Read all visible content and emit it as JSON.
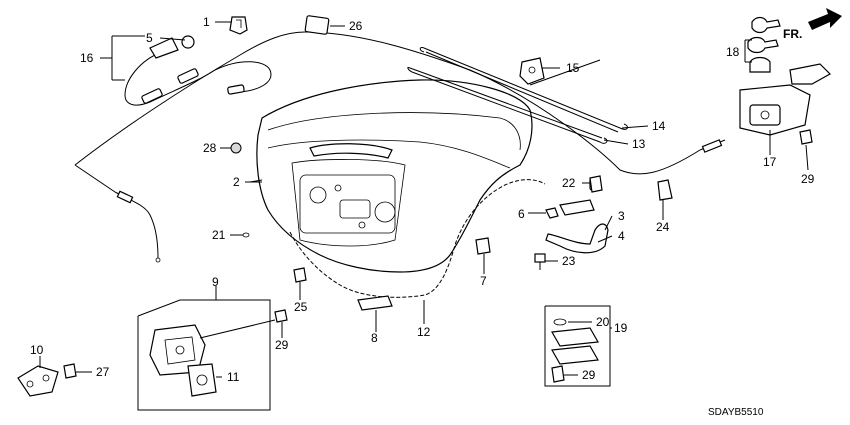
{
  "diagram": {
    "orientation_label": "FR.",
    "diagram_code": "SDAYB5510",
    "callouts": {
      "c1": "1",
      "c2": "2",
      "c3": "3",
      "c4": "4",
      "c5": "5",
      "c6": "6",
      "c7": "7",
      "c8": "8",
      "c9": "9",
      "c10": "10",
      "c11": "11",
      "c12": "12",
      "c13": "13",
      "c14": "14",
      "c15": "15",
      "c16": "16",
      "c17": "17",
      "c18": "18",
      "c19": "19",
      "c20": "20",
      "c21": "21",
      "c22": "22",
      "c23": "23",
      "c24": "24",
      "c25": "25",
      "c26": "26",
      "c27": "27",
      "c28": "28",
      "c29a": "29",
      "c29b": "29",
      "c29c": "29"
    }
  }
}
